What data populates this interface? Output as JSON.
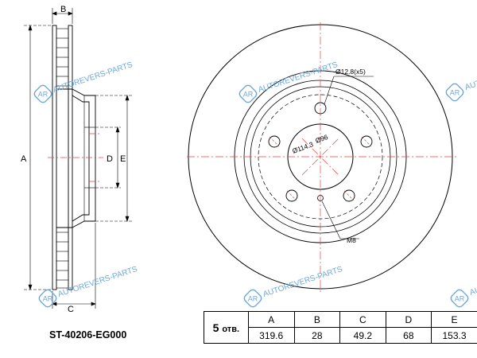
{
  "dimensions": {
    "labels": {
      "A": "A",
      "B": "B",
      "C": "C",
      "D": "D",
      "E": "E"
    },
    "hole_diameter": "Ø12.8(x5)",
    "pcd": "Ø114.3",
    "center_bore": "Ø96",
    "thread": "M8"
  },
  "watermark": {
    "text": "AUTOREVERS-PARTS",
    "logo": "AR",
    "color": "#6fa8d8"
  },
  "part_number": "ST-40206-EG000",
  "spec_table": {
    "holes_count": "5",
    "holes_unit": "отв.",
    "headers": [
      "A",
      "B",
      "C",
      "D",
      "E"
    ],
    "values": [
      "319.6",
      "28",
      "49.2",
      "68",
      "153.3"
    ]
  },
  "colors": {
    "centerline": "#e0463c",
    "outline": "#000000"
  }
}
